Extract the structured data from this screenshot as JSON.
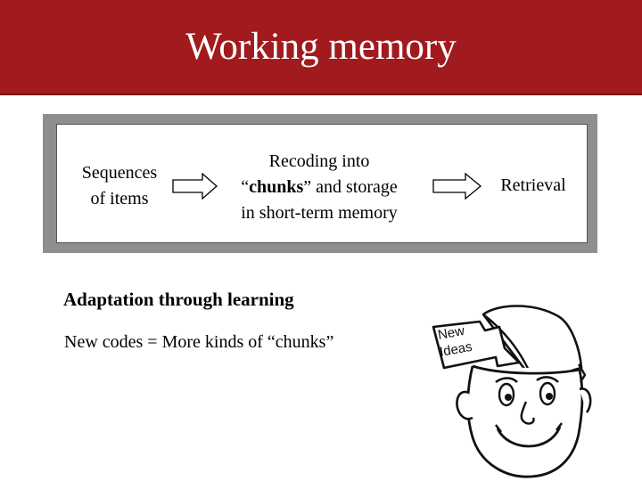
{
  "slide": {
    "title": "Working memory"
  },
  "flow": {
    "step1_lines": [
      "Sequences",
      "of items"
    ],
    "step2_line1": "Recoding into",
    "step2_line2_open_quote": "“",
    "step2_line2_bold": "chunks",
    "step2_line2_rest": "” and storage",
    "step2_line3": "in short-term memory",
    "step3": "Retrieval"
  },
  "section": {
    "heading": "Adaptation through learning",
    "note": "New codes = More kinds of “chunks”"
  },
  "illustration": {
    "sign_lines": [
      "New",
      "Ideas"
    ],
    "icon": "cartoon-head-new-ideas"
  },
  "colors": {
    "title_bar": "#a11a1e",
    "frame": "#8e8e8e",
    "text": "#000000"
  }
}
